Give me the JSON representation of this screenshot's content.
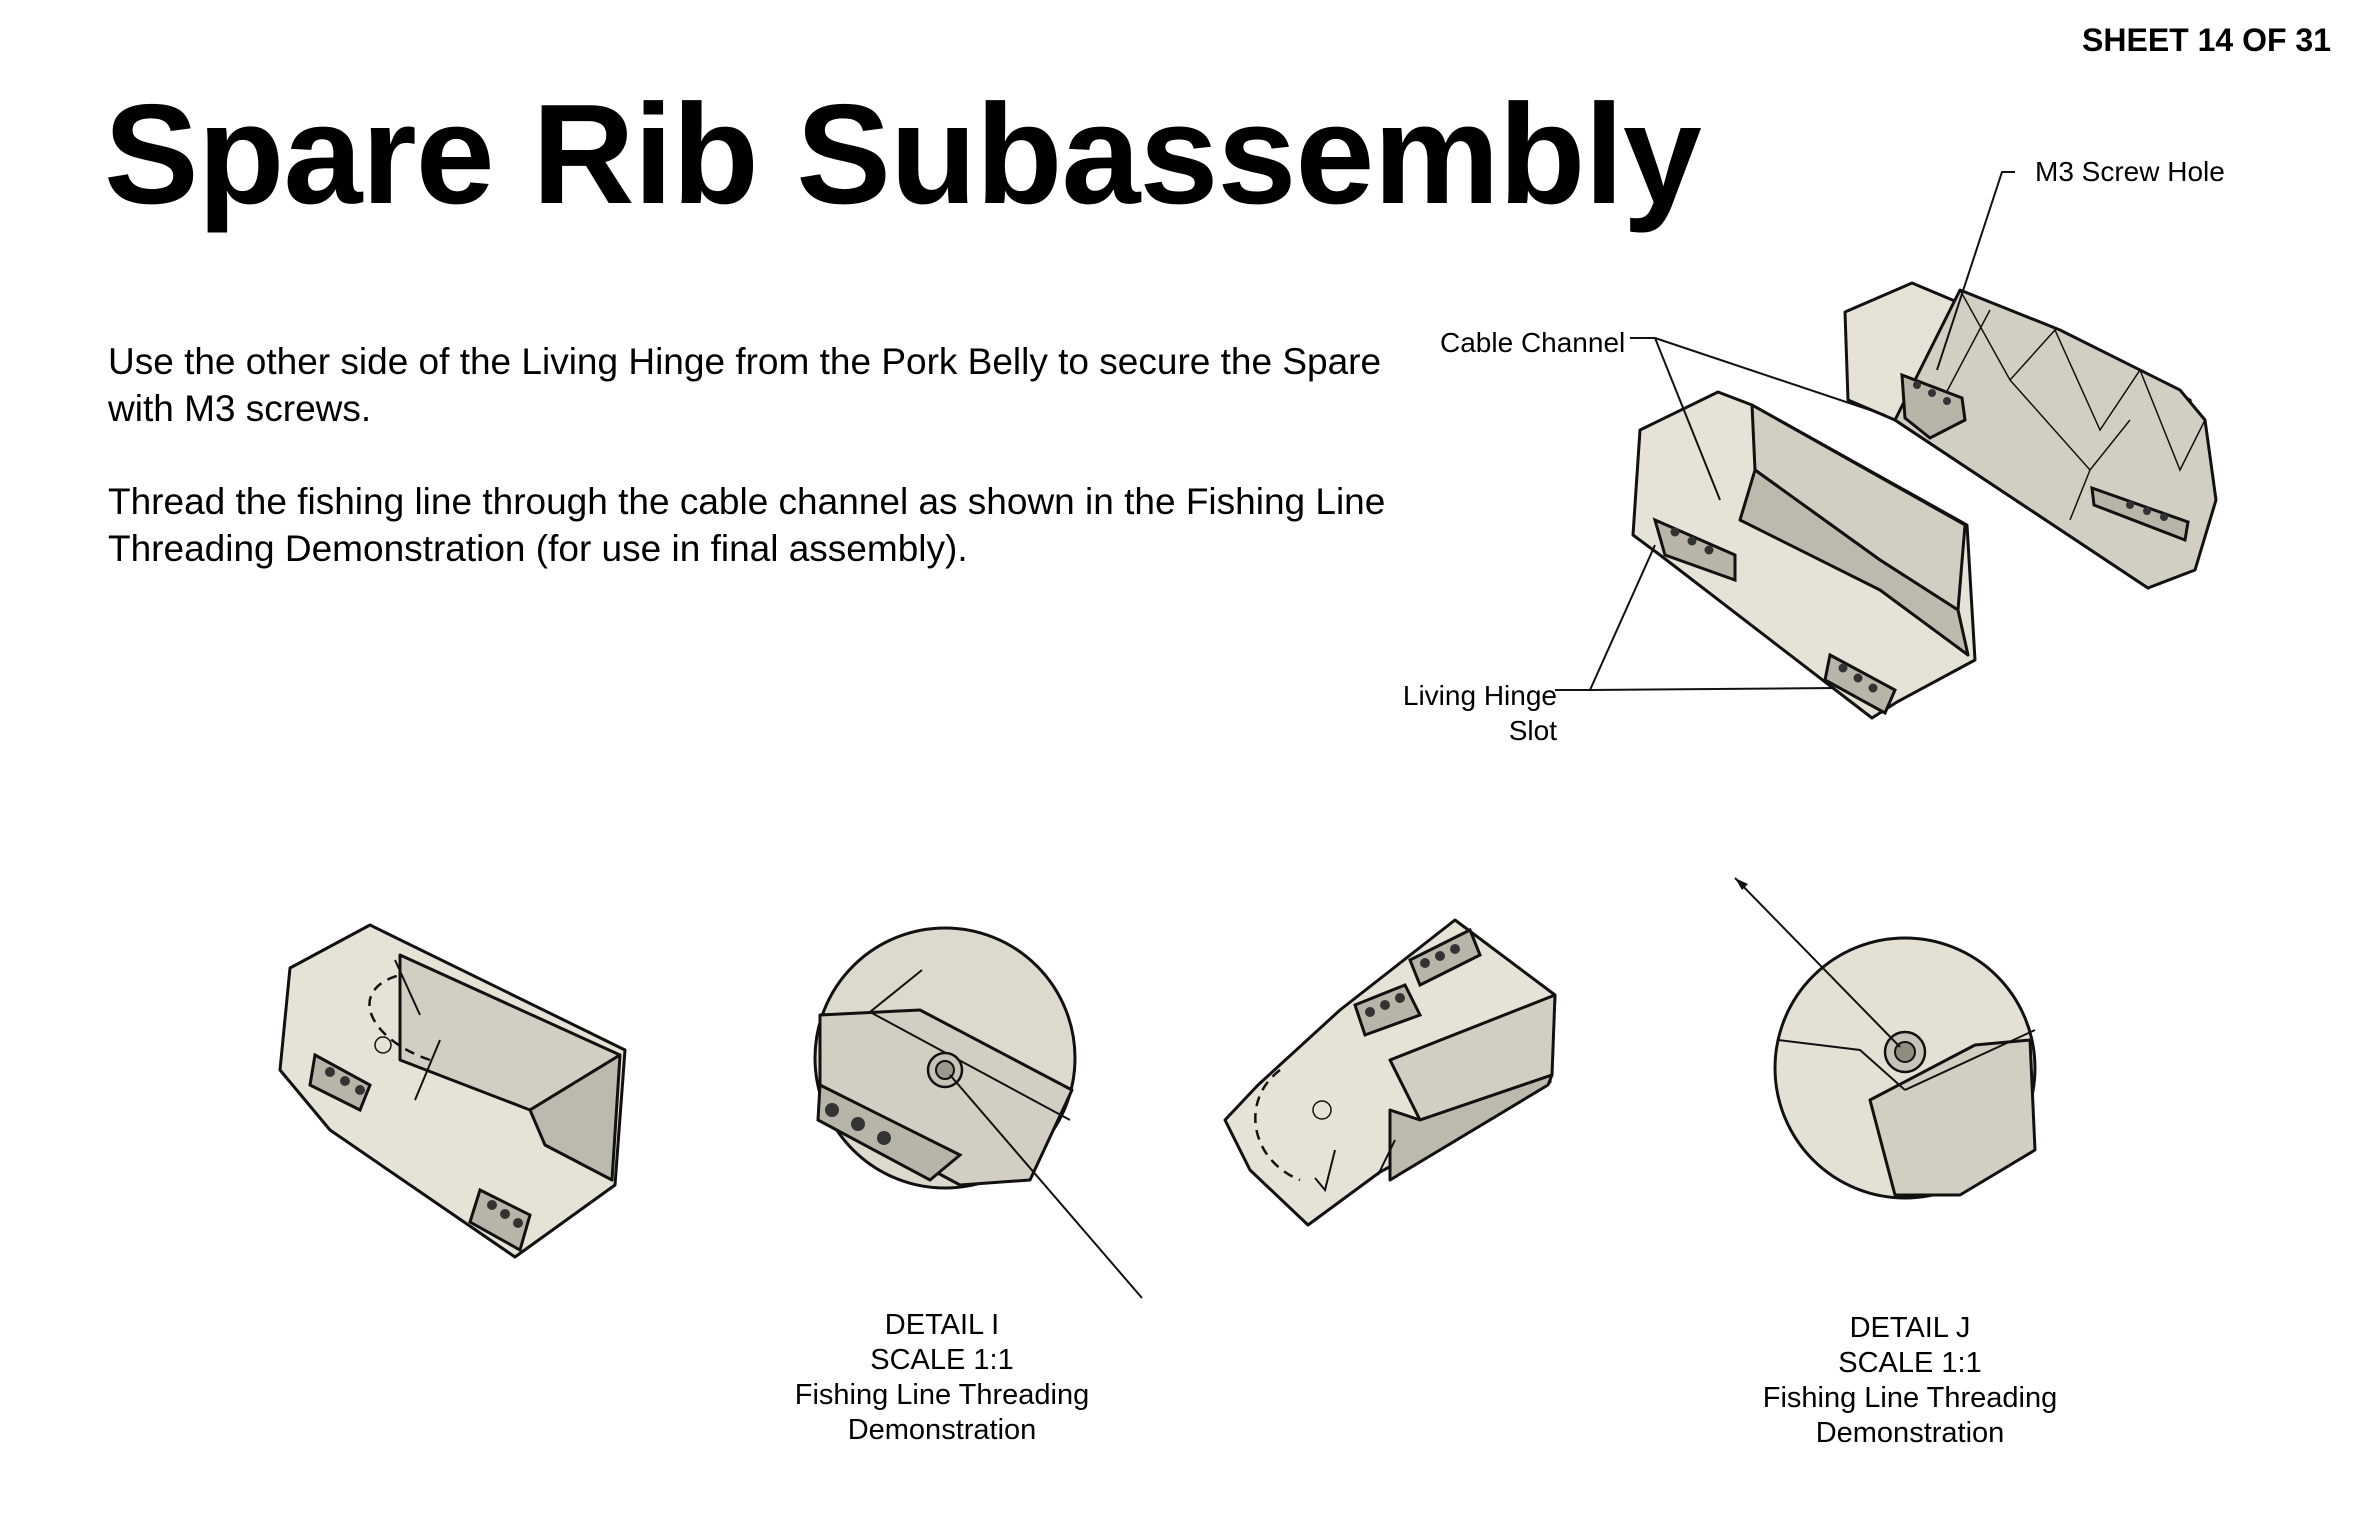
{
  "sheet_label": "SHEET 14 OF 31",
  "title": "Spare Rib Subassembly",
  "instructions": [
    "Use the other side of the Living Hinge from the Pork Belly to secure the Spare with M3 screws.",
    "Thread the fishing line through the cable channel as shown in the Fishing Line Threading Demonstration (for use in final assembly)."
  ],
  "callouts": {
    "m3_screw_hole": "M3 Screw Hole",
    "cable_channel": "Cable Channel",
    "living_hinge_line1": "Living Hinge",
    "living_hinge_line2": "Slot"
  },
  "details": [
    {
      "name": "DETAIL I",
      "scale": "SCALE 1:1",
      "caption_line1": "Fishing Line Threading",
      "caption_line2": "Demonstration"
    },
    {
      "name": "DETAIL J",
      "scale": "SCALE 1:1",
      "caption_line1": "Fishing Line Threading",
      "caption_line2": "Demonstration"
    }
  ]
}
